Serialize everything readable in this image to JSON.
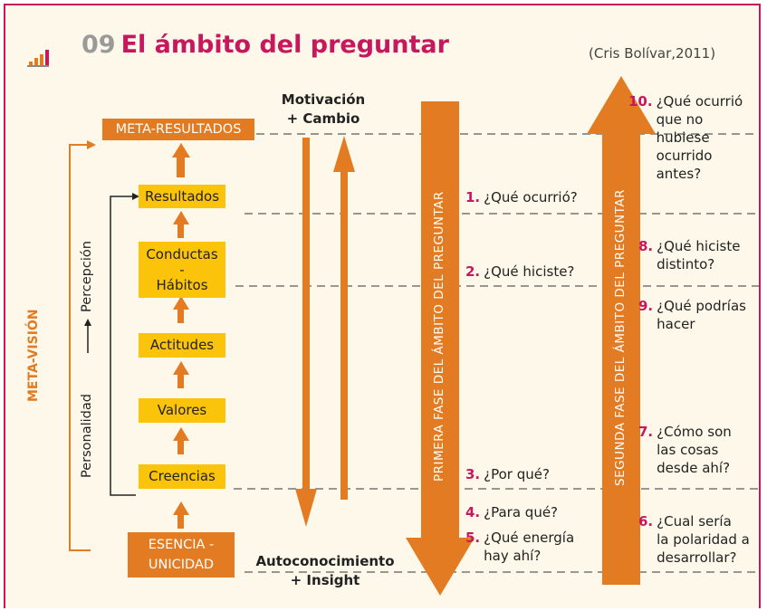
{
  "header": {
    "number": "09",
    "title": "El ámbito del preguntar",
    "citation": "(Cris Bolívar,2011)"
  },
  "left": {
    "meta_results": "META-RESULTADOS",
    "levels": [
      "Resultados",
      "Conductas\n-\nHábitos",
      "Actitudes",
      "Valores",
      "Creencias"
    ],
    "essence": "ESENCIA -\nUNICIDAD",
    "meta_vision": "META-VISIÓN",
    "side_label_top": "Percepción",
    "side_label_bottom": "Personalidad"
  },
  "center": {
    "top_label": "Motivación\n+ Cambio",
    "bottom_label": "Autoconocimiento\n+ Insight"
  },
  "phases": {
    "first": "PRIMERA FASE DEL ÁMBITO DEL PREGUNTAR",
    "second": "SEGUNDA FASE DEL ÁMBITO DEL PREGUNTAR"
  },
  "questions_first": [
    {
      "n": "1.",
      "text": "¿Qué ocurrió?"
    },
    {
      "n": "2.",
      "text": "¿Qué hiciste?"
    },
    {
      "n": "3.",
      "text": "¿Por qué?"
    },
    {
      "n": "4.",
      "text": "¿Para qué?"
    },
    {
      "n": "5.",
      "text": "¿Qué energía\nhay ahí?"
    }
  ],
  "questions_second": [
    {
      "n": "10.",
      "text": "¿Qué ocurrió\nque no\nhubiese\nocurrido\nantes?"
    },
    {
      "n": "8.",
      "text": "¿Qué hiciste\ndistinto?"
    },
    {
      "n": "9.",
      "text": "¿Qué podrías\nhacer"
    },
    {
      "n": "7.",
      "text": "¿Cómo son\nlas cosas\ndesde ahí?"
    },
    {
      "n": "6.",
      "text": "¿Cual sería\nla polaridad a\ndesarrollar?"
    }
  ],
  "colors": {
    "magenta": "#c8175d",
    "orange": "#e27b21",
    "yellow": "#fbc40a",
    "background": "#fdf8e9"
  }
}
